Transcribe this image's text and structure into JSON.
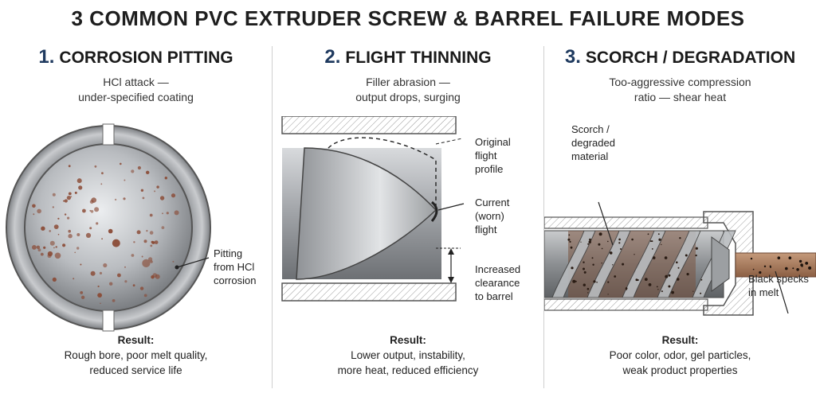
{
  "title": "3 COMMON PVC EXTRUDER SCREW & BARREL FAILURE MODES",
  "panels": [
    {
      "number": "1.",
      "heading": "CORROSION PITTING",
      "subtitle_lines": [
        "HCl attack —",
        "under-specified coating"
      ],
      "callouts": [
        {
          "lines": [
            "Pitting",
            "from HCl",
            "corrosion"
          ]
        }
      ],
      "result_label": "Result:",
      "result_lines": [
        "Rough bore, poor melt quality,",
        "reduced service life"
      ]
    },
    {
      "number": "2.",
      "heading": "FLIGHT THINNING",
      "subtitle_lines": [
        "Filler abrasion —",
        "output drops, surging"
      ],
      "callouts": [
        {
          "lines": [
            "Original",
            "flight",
            "profile"
          ]
        },
        {
          "lines": [
            "Current",
            "(worn)",
            "flight"
          ]
        },
        {
          "lines": [
            "Increased",
            "clearance",
            "to barrel"
          ]
        }
      ],
      "result_label": "Result:",
      "result_lines": [
        "Lower output, instability,",
        "more heat, reduced efficiency"
      ]
    },
    {
      "number": "3.",
      "heading": "SCORCH / DEGRADATION",
      "subtitle_lines": [
        "Too-aggressive compression",
        "ratio — shear heat"
      ],
      "callouts": [
        {
          "lines": [
            "Scorch /",
            "degraded",
            "material"
          ]
        },
        {
          "lines": [
            "Black specks",
            "in melt"
          ]
        }
      ],
      "result_label": "Result:",
      "result_lines": [
        "Poor color, odor, gel particles,",
        "weak product properties"
      ]
    }
  ],
  "colors": {
    "accent": "#1f3a5f",
    "metal": "#a9acb0",
    "pit": "#8a4a35",
    "degraded": "#7a5440",
    "melt": "#a97a5c"
  }
}
